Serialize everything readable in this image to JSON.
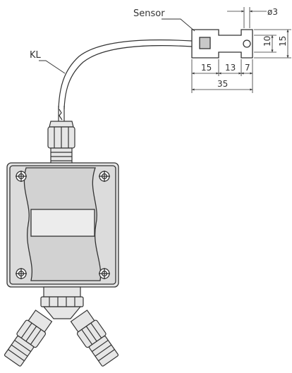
{
  "labels": {
    "sensor": "Sensor",
    "cable": "KL",
    "diameter": "ø3"
  },
  "dimensions": {
    "seg_a": "15",
    "seg_b": "13",
    "seg_c": "7",
    "total_length": "35",
    "height_inner": "10",
    "height_outer": "15"
  },
  "colors": {
    "stroke": "#333333",
    "housing_fill": "#e2e2e2",
    "housing_inner": "#d4d4d4",
    "window_fill": "#ececec",
    "sensor_window": "#c8c8c8",
    "gland_fill": "#e6e6e6"
  }
}
